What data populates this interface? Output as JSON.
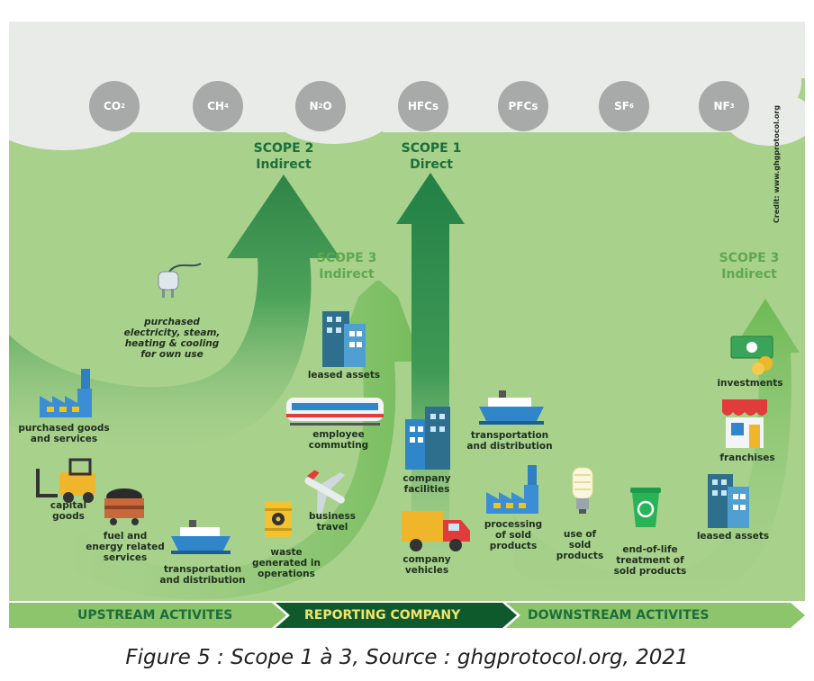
{
  "gases": [
    {
      "base": "CO",
      "sub": "2"
    },
    {
      "base": "CH",
      "sub": "4"
    },
    {
      "base": "N",
      "sub": "2",
      "tail": "O"
    },
    {
      "base": "HFCs",
      "sub": ""
    },
    {
      "base": "PFCs",
      "sub": ""
    },
    {
      "base": "SF",
      "sub": "6"
    },
    {
      "base": "NF",
      "sub": "3"
    }
  ],
  "scopes": {
    "scope2": {
      "title": "SCOPE 2",
      "subtitle": "Indirect"
    },
    "scope1": {
      "title": "SCOPE 1",
      "subtitle": "Direct"
    },
    "scope3_up": {
      "title": "SCOPE 3",
      "subtitle": "Indirect"
    },
    "scope3_down": {
      "title": "SCOPE 3",
      "subtitle": "Indirect"
    }
  },
  "credit": "Credit: www.ghgprotocol.org",
  "labels": {
    "electricity": "purchased\nelectricity, steam,\nheating & cooling\nfor own use",
    "purchased_goods": "purchased goods\nand services",
    "capital_goods": "capital\ngoods",
    "fuel_energy": "fuel and\nenergy related\nservices",
    "transport_up": "transportation\nand distribution",
    "waste": "waste\ngenerated in\noperations",
    "business_travel": "business\ntravel",
    "employee_commuting": "employee\ncommuting",
    "leased_assets_up": "leased assets",
    "company_facilities": "company\nfacilities",
    "company_vehicles": "company\nvehicles",
    "transport_down": "transportation\nand distribution",
    "processing": "processing\nof sold\nproducts",
    "use_sold": "use of\nsold\nproducts",
    "end_of_life": "end-of-life\ntreatment of\nsold products",
    "leased_assets_down": "leased assets",
    "franchises": "franchises",
    "investments": "investments"
  },
  "bands": {
    "upstream": "UPSTREAM ACTIVITES",
    "reporting": "REPORTING COMPANY",
    "downstream": "DOWNSTREAM ACTIVITES"
  },
  "caption": "Figure 5 : Scope 1 à 3, Source : ghgprotocol.org, 2021",
  "colors": {
    "background": "#a8d18c",
    "dark_green": "#1d6e3c",
    "light_green": "#5fa84f",
    "cloud": "#e9ebe8",
    "gas_circle": "#a7aaa9",
    "band_light": "#8cc56b",
    "band_dark": "#0f5a2c"
  }
}
